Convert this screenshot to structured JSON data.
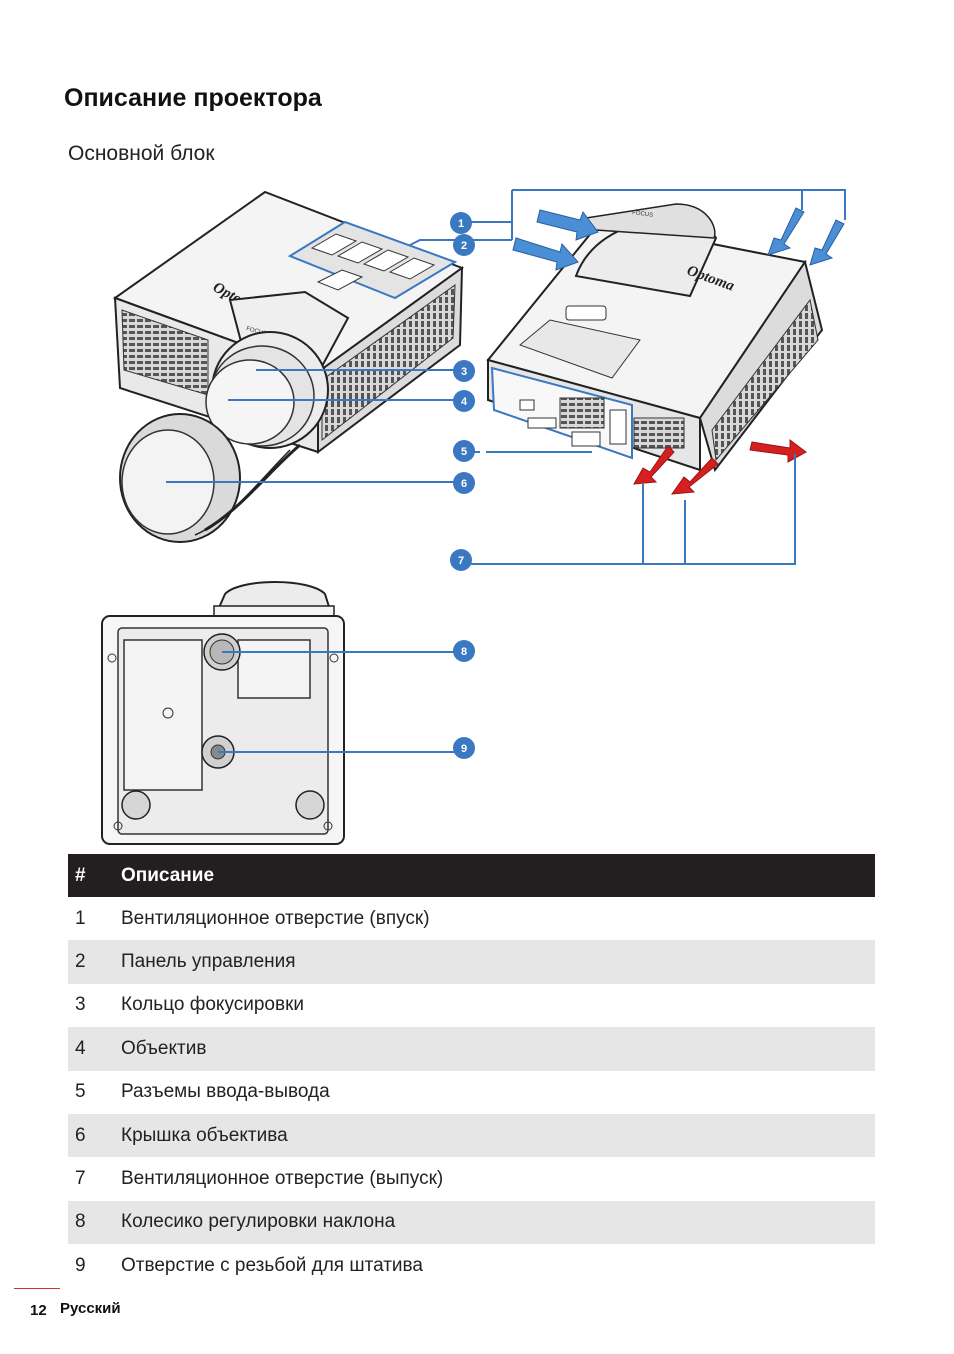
{
  "page": {
    "title": "Описание проектора",
    "section": "Основной блок"
  },
  "diagram": {
    "brand": "Optoma",
    "focus_text": "FOCUS",
    "callouts": [
      "1",
      "2",
      "3",
      "4",
      "5",
      "6",
      "7",
      "8",
      "9"
    ],
    "colors": {
      "callout": "#3a78c2",
      "intake_arrow": "#4a8fd6",
      "exhaust_arrow": "#d42020"
    }
  },
  "table": {
    "headers": [
      "#",
      "Описание"
    ],
    "rows": [
      {
        "num": "1",
        "desc": "Вентиляционное отверстие (впуск)"
      },
      {
        "num": "2",
        "desc": "Панель управления"
      },
      {
        "num": "3",
        "desc": "Кольцо фокусировки"
      },
      {
        "num": "4",
        "desc": "Объектив"
      },
      {
        "num": "5",
        "desc": "Разъемы ввода-вывода"
      },
      {
        "num": "6",
        "desc": "Крышка объектива"
      },
      {
        "num": "7",
        "desc": "Вентиляционное отверстие (выпуск)"
      },
      {
        "num": "8",
        "desc": "Колесико регулировки наклона"
      },
      {
        "num": "9",
        "desc": "Отверстие с резьбой для штатива"
      }
    ]
  },
  "footer": {
    "page_number": "12",
    "language": "Русский"
  }
}
